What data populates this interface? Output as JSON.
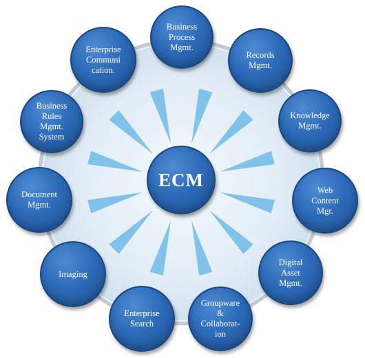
{
  "diagram": {
    "center": {
      "label": "ECM"
    },
    "nodes": [
      {
        "id": "bpm",
        "label": "Business\nProcess\nMgmt."
      },
      {
        "id": "records",
        "label": "Records\nMgmt."
      },
      {
        "id": "knowledge",
        "label": "Knowledge\nMgmt."
      },
      {
        "id": "web-content",
        "label": "Web\nContent\nMgr."
      },
      {
        "id": "digital-asset",
        "label": "Digital\nAsset\nMgmt."
      },
      {
        "id": "groupware",
        "label": "Groupware\n&\nCollaborat-\nion"
      },
      {
        "id": "enterprise-search",
        "label": "Enterprise\nSearch"
      },
      {
        "id": "imaging",
        "label": "Imaging"
      },
      {
        "id": "document",
        "label": "Document\nMgmt."
      },
      {
        "id": "business-rules",
        "label": "Business\nRules\nMgmt.\nSystem"
      },
      {
        "id": "enterprise-comm",
        "label": "Enterprise\nCommuni\ncation."
      }
    ],
    "colors": {
      "node_fill": "#2d6bb9",
      "node_border": "#1a467f",
      "ring": "#c9ced6",
      "ray": "#5fb3e6",
      "panel": "#dbe8f3"
    }
  }
}
